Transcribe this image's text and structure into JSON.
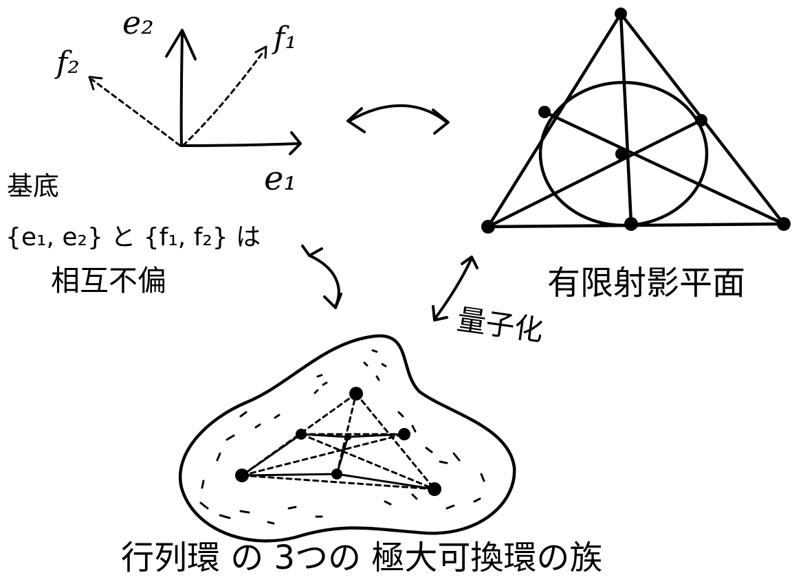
{
  "basis": {
    "e2": "e₂",
    "e1": "e₁",
    "f1": "f₁",
    "f2": "f₂"
  },
  "text": {
    "basis_title": "基底",
    "basis_line": "{e₁, e₂} と {f₁, f₂} は",
    "mutually_unbiased": "相互不偏",
    "finite_projective_plane": "有限射影平面",
    "quantization": "量子化",
    "matrix_ring_caption": "行列環 の 3つの 極大可換環の族"
  },
  "colors": {
    "ink": "#000000",
    "paper": "#ffffff"
  }
}
